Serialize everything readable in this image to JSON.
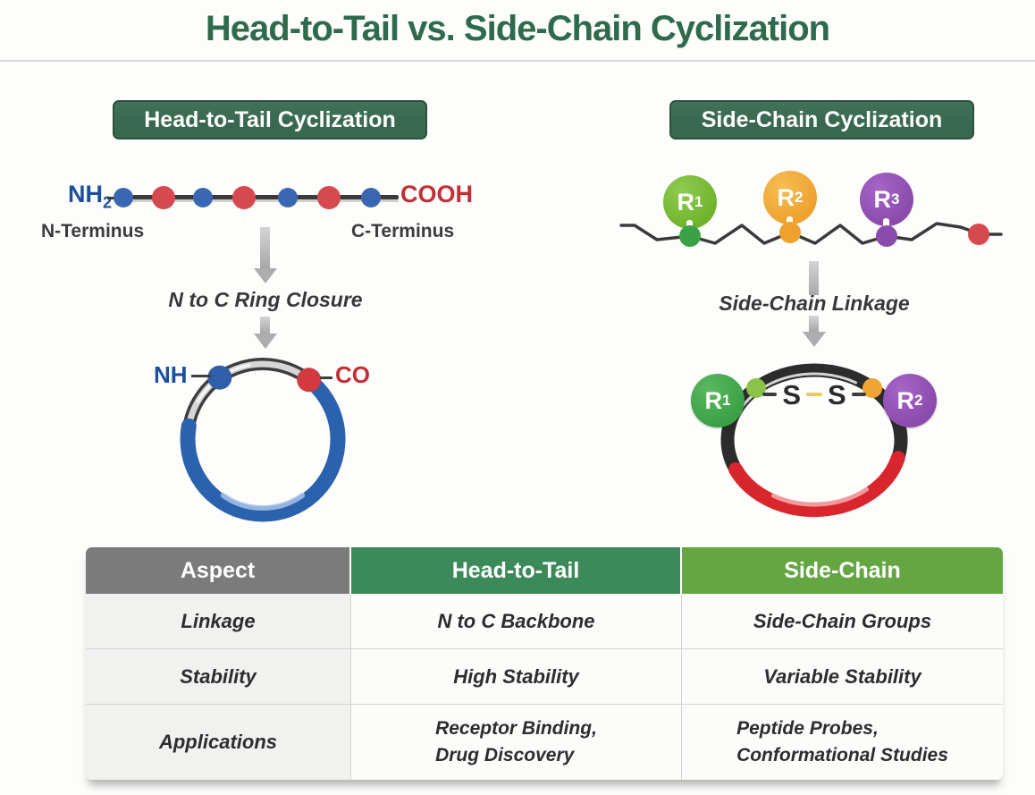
{
  "title": "Head-to-Tail vs. Side-Chain Cyclization",
  "left_panel": {
    "header": "Head-to-Tail Cyclization",
    "n_formula": "NH",
    "n_formula_sub": "2",
    "c_formula": "COOH",
    "n_terminus_label": "N-Terminus",
    "c_terminus_label": "C-Terminus",
    "step_label": "N to C Ring Closure",
    "ring_n_label": "NH",
    "ring_c_label": "CO"
  },
  "right_panel": {
    "header": "Side-Chain Cyclization",
    "residues": [
      {
        "label": "R",
        "sub": "1"
      },
      {
        "label": "R",
        "sub": "2"
      },
      {
        "label": "R",
        "sub": "3"
      }
    ],
    "step_label": "Side-Chain Linkage",
    "ring": {
      "left_residue": {
        "label": "R",
        "sub": "1"
      },
      "right_residue": {
        "label": "R",
        "sub": "2"
      },
      "bond_left": "S",
      "bond_right": "S"
    }
  },
  "table": {
    "columns": [
      {
        "label": "Aspect"
      },
      {
        "label": "Head-to-Tail"
      },
      {
        "label": "Side-Chain"
      }
    ],
    "rows": [
      {
        "aspect": "Linkage",
        "head_to_tail": "N to C Backbone",
        "side_chain": "Side-Chain Groups"
      },
      {
        "aspect": "Stability",
        "head_to_tail": "High Stability",
        "side_chain": "Variable Stability"
      },
      {
        "aspect": "Applications",
        "head_to_tail_lines": [
          "Receptor Binding,",
          "Drug Discovery"
        ],
        "side_chain_lines": [
          "Peptide Probes,",
          "Conformational Studies"
        ]
      }
    ]
  },
  "colors": {
    "title-green": "#2d6a4e",
    "badge-green": "#38684f",
    "badge-border": "#2b523c",
    "th-gray": "#7b7b7b",
    "th-green": "#3c8a59",
    "th-light-green": "#63a642",
    "nh-blue": "#1c4f9f",
    "cooh-red": "#c22f36",
    "dot-blue": "#3a67b2",
    "dot-red": "#d6494f",
    "ring-blue": "#2a62ad",
    "ring-red": "#d8262c",
    "r1-green": "#6fb32c",
    "r2-orange": "#eea22d",
    "r3-purple": "#8a4bad",
    "ring-r-green": "#3aa146",
    "link-dot-green": "#8bc34a",
    "link-dot-orange": "#f0a433",
    "chain-dark": "#3a3a3a",
    "arrow-gray": "#adadad",
    "ss-yellow": "#e8cf52"
  }
}
